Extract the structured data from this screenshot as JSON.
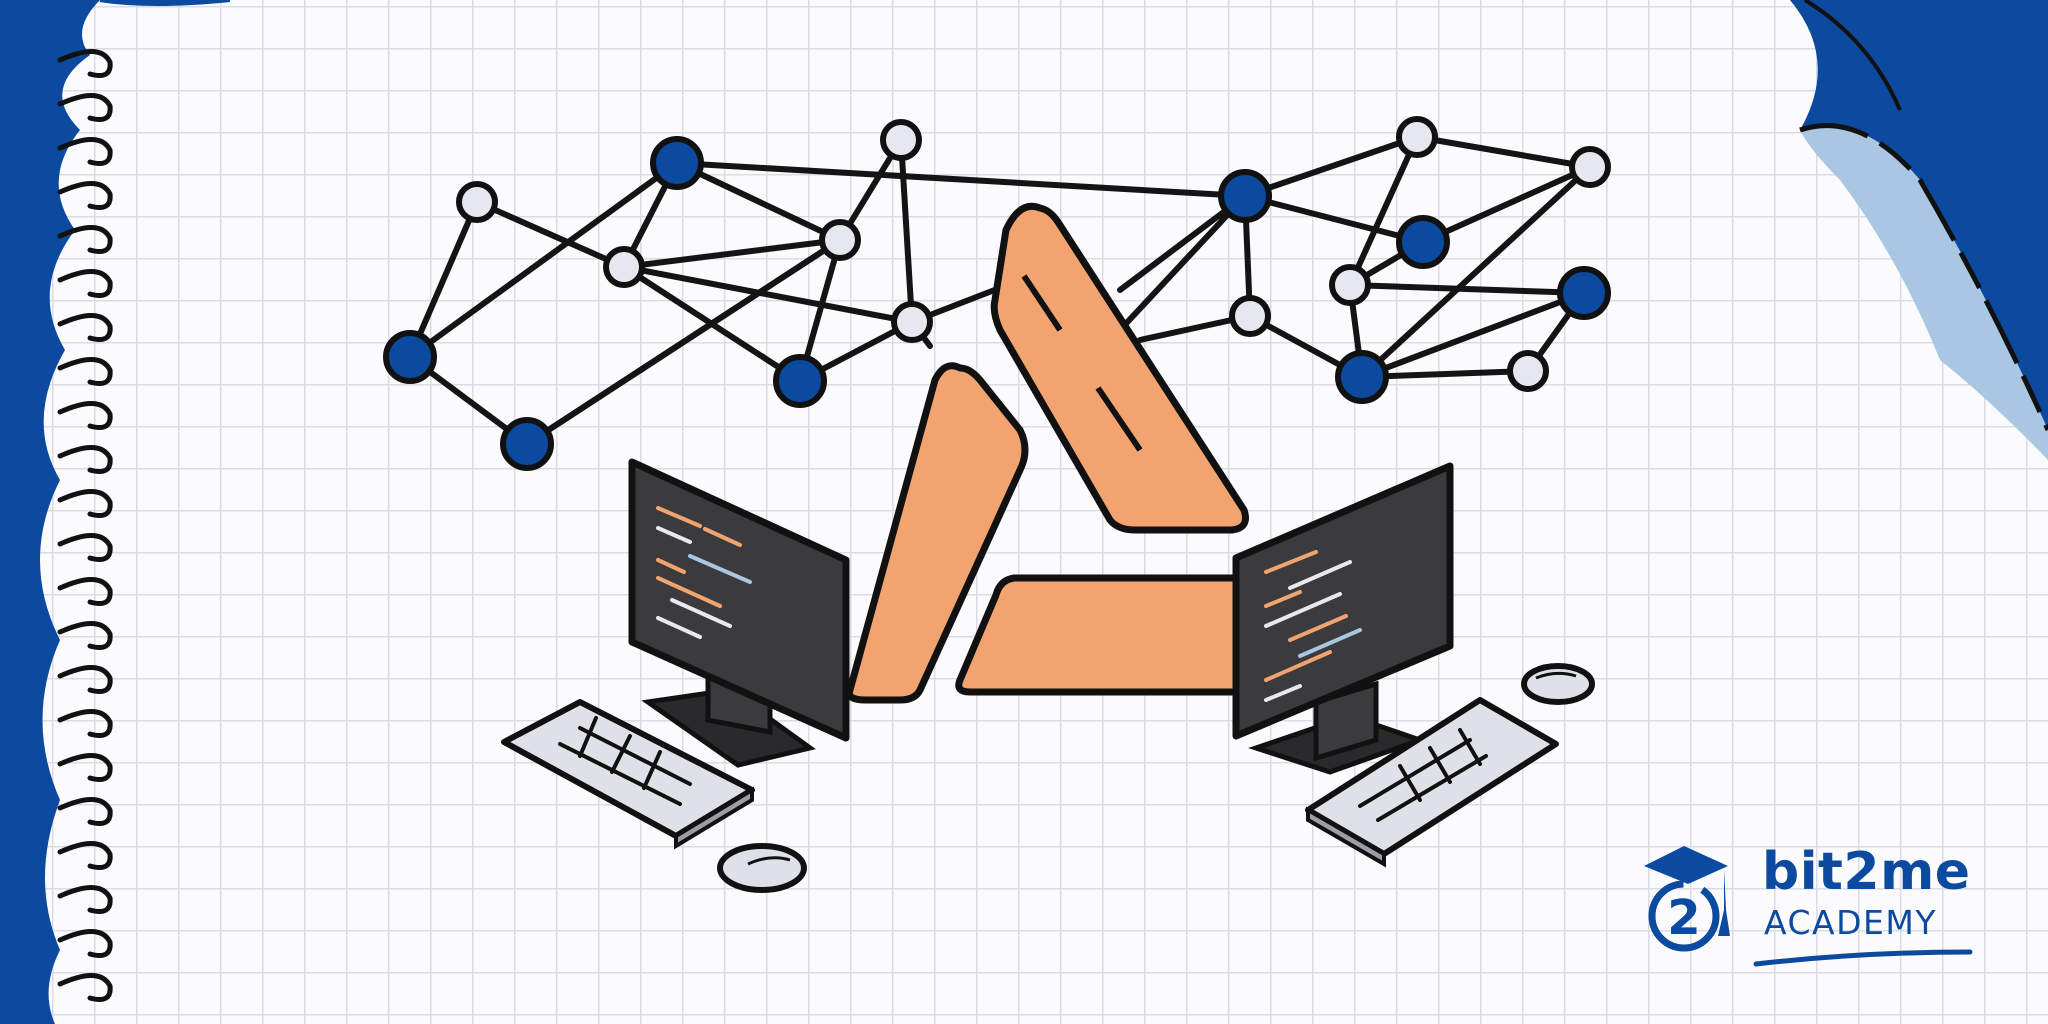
{
  "logo": {
    "brand_name": "bit2me",
    "brand_sub": "ACADEMY",
    "badge_number": "2"
  },
  "colors": {
    "brand_blue": "#0b4a9e",
    "accent_orange": "#f2a470",
    "light_blue": "#a9c6e3",
    "screen_dark": "#3b3b3d",
    "outline": "#111111",
    "paper": "#fbfbfd",
    "grid": "#d9dce6"
  },
  "icons": [
    "network-graph-icon",
    "triangle-logo-icon",
    "computer-icon",
    "keyboard-icon",
    "mouse-icon",
    "graduation-cap-icon"
  ]
}
